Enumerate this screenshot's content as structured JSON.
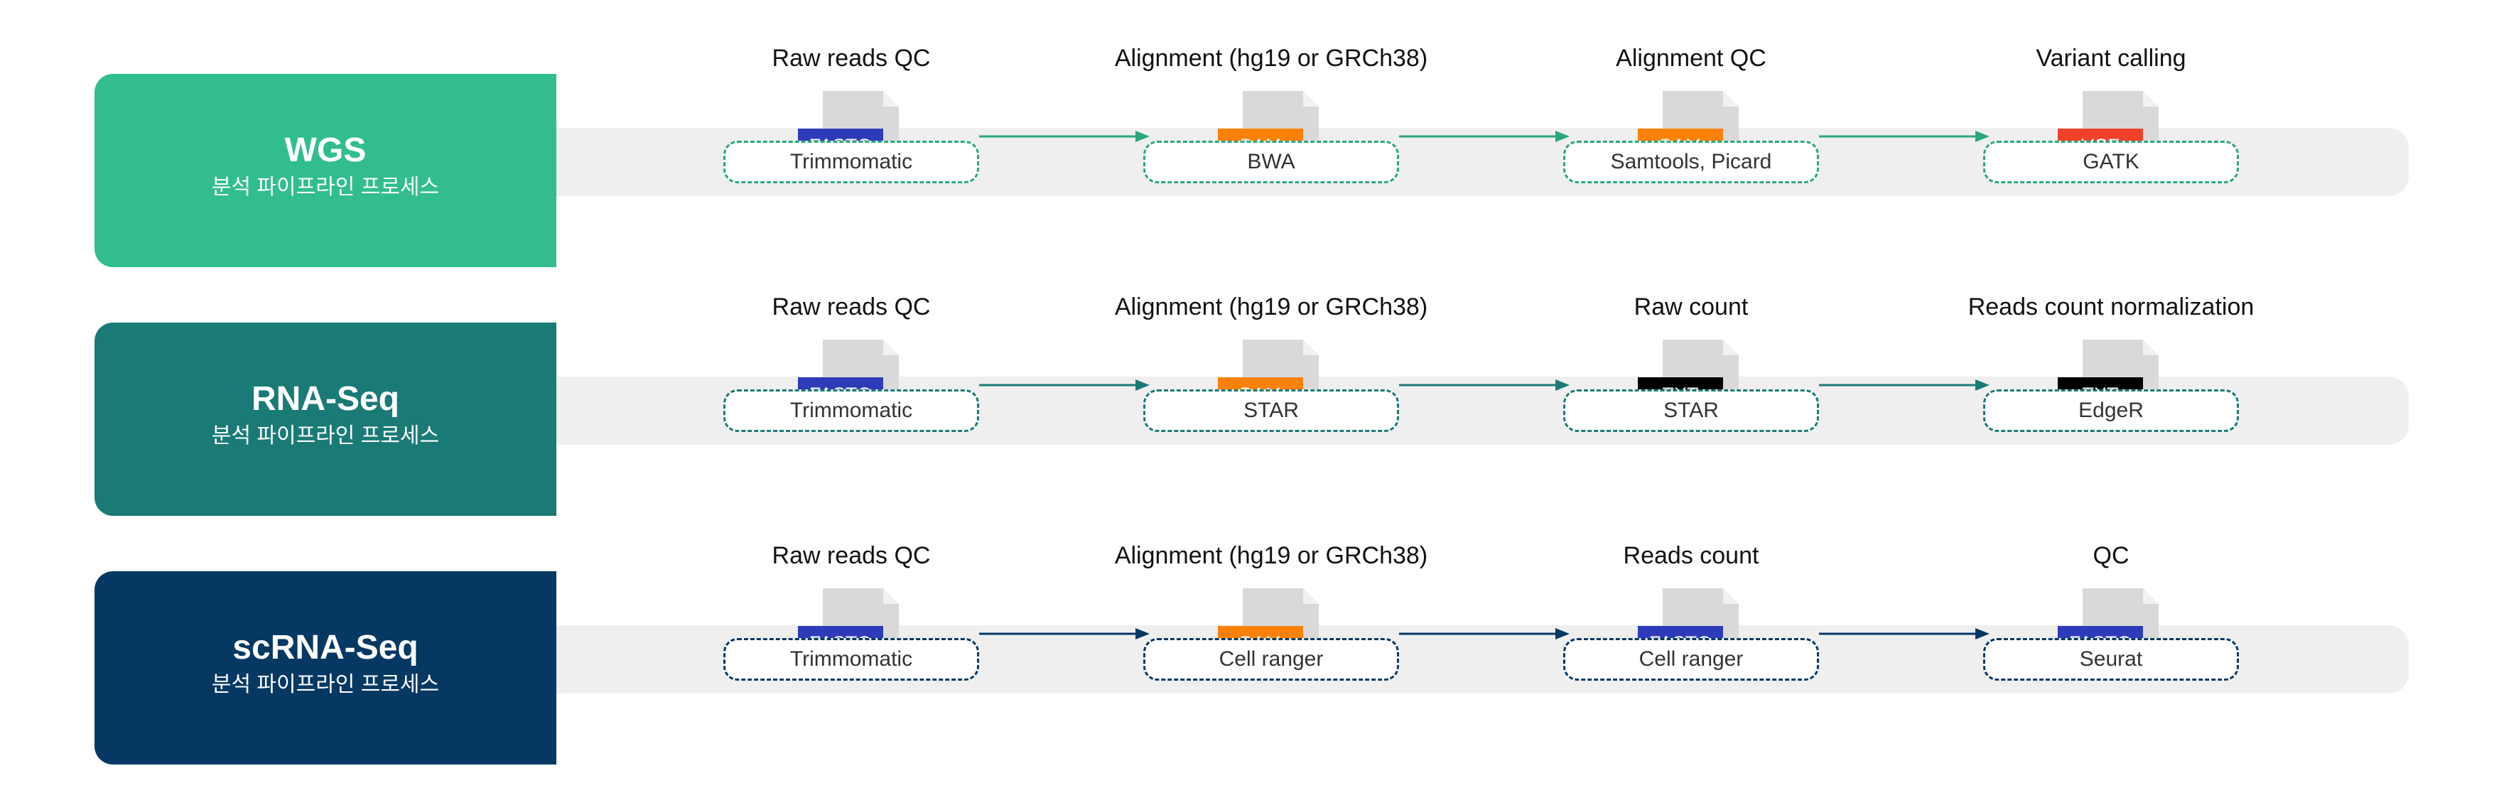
{
  "pipelines": [
    {
      "name": "WGS",
      "subtitle": "분석 파이프라인 프로세스",
      "color": "#31be8c",
      "line_color": "#2ba77f",
      "stages": [
        {
          "title": "Raw reads QC",
          "file": "FASTQ",
          "file_color": "#2e3bb9",
          "tool": "Trimmomatic"
        },
        {
          "title": "Alignment (hg19 or  GRCh38)",
          "file": "BAM",
          "file_color": "#fb8109",
          "tool": "BWA"
        },
        {
          "title": "Alignment QC",
          "file": "BAM",
          "file_color": "#fb8109",
          "tool": "Samtools, Picard"
        },
        {
          "title": "Variant calling",
          "file": "VCF",
          "file_color": "#f2412a",
          "tool": "GATK"
        }
      ]
    },
    {
      "name": "RNA-Seq",
      "subtitle": "분석 파이프라인 프로세스",
      "color": "#1a7a76",
      "line_color": "#1a7a76",
      "stages": [
        {
          "title": "Raw reads QC",
          "file": "FASTQ",
          "file_color": "#2e3bb9",
          "tool": "Trimmomatic"
        },
        {
          "title": "Alignment (hg19 or  GRCh38)",
          "file": "BAM",
          "file_color": "#fb8109",
          "tool": "STAR"
        },
        {
          "title": "Raw count",
          "file": "TXT",
          "file_color": "#000000",
          "tool": "STAR"
        },
        {
          "title": "Reads count normalization",
          "file": "TXT",
          "file_color": "#000000",
          "tool": "EdgeR"
        }
      ]
    },
    {
      "name": "scRNA-Seq",
      "subtitle": "분석 파이프라인 프로세스",
      "color": "#053863",
      "line_color": "#053863",
      "stages": [
        {
          "title": "Raw reads QC",
          "file": "FASTQ",
          "file_color": "#2e3bb9",
          "tool": "Trimmomatic"
        },
        {
          "title": "Alignment (hg19 or  GRCh38)",
          "file": "BAM",
          "file_color": "#fb8109",
          "tool": "Cell ranger"
        },
        {
          "title": "Reads count",
          "file": "FASTQ",
          "file_color": "#2e3bb9",
          "tool": "Cell ranger"
        },
        {
          "title": "QC",
          "file": "FASTQ",
          "file_color": "#2e3bb9",
          "tool": "Seurat"
        }
      ]
    }
  ]
}
